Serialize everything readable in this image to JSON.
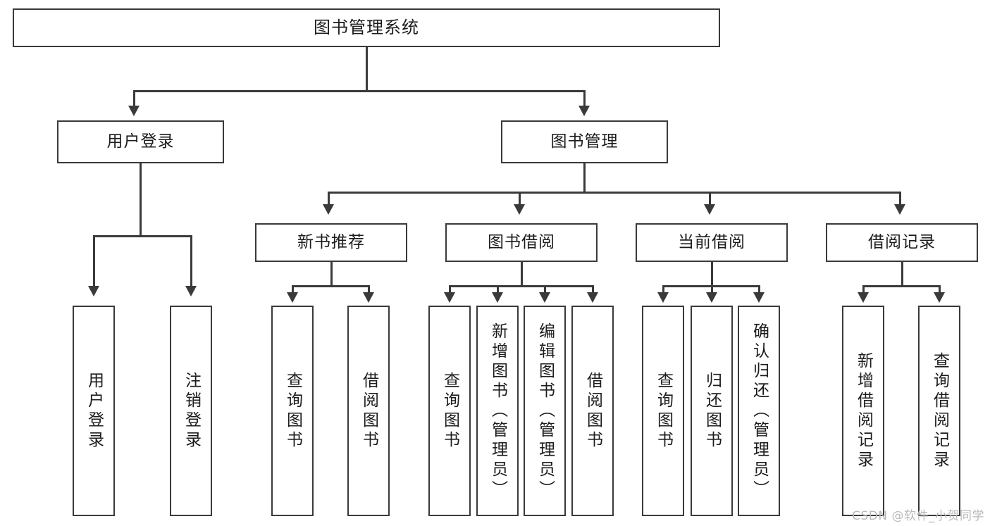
{
  "diagram": {
    "type": "hierarchy-tree",
    "title": "图书管理系统",
    "watermark": "CSDN @软件_小贺同学",
    "colors": {
      "stroke": "#3a3a3a",
      "fill": "#ffffff",
      "text": "#1c1c1c",
      "watermark": "#b9b9b9"
    },
    "levels": {
      "root": {
        "label": "图书管理系统"
      },
      "level2": [
        {
          "label": "用户登录"
        },
        {
          "label": "图书管理"
        }
      ],
      "level3": [
        {
          "label": "新书推荐"
        },
        {
          "label": "图书借阅"
        },
        {
          "label": "当前借阅"
        },
        {
          "label": "借阅记录"
        }
      ],
      "leaves": {
        "user_login": [
          {
            "label": "用户登录"
          },
          {
            "label": "注销登录"
          }
        ],
        "new_book_recommend": [
          {
            "label": "查询图书"
          },
          {
            "label": "借阅图书"
          }
        ],
        "book_borrow": [
          {
            "label": "查询图书"
          },
          {
            "label": "新增图书（管理员）"
          },
          {
            "label": "编辑图书（管理员）"
          },
          {
            "label": "借阅图书"
          }
        ],
        "current_borrow": [
          {
            "label": "查询图书"
          },
          {
            "label": "归还图书"
          },
          {
            "label": "确认归还（管理员）"
          }
        ],
        "borrow_record": [
          {
            "label": "新增借阅记录"
          },
          {
            "label": "查询借阅记录"
          }
        ]
      }
    }
  }
}
